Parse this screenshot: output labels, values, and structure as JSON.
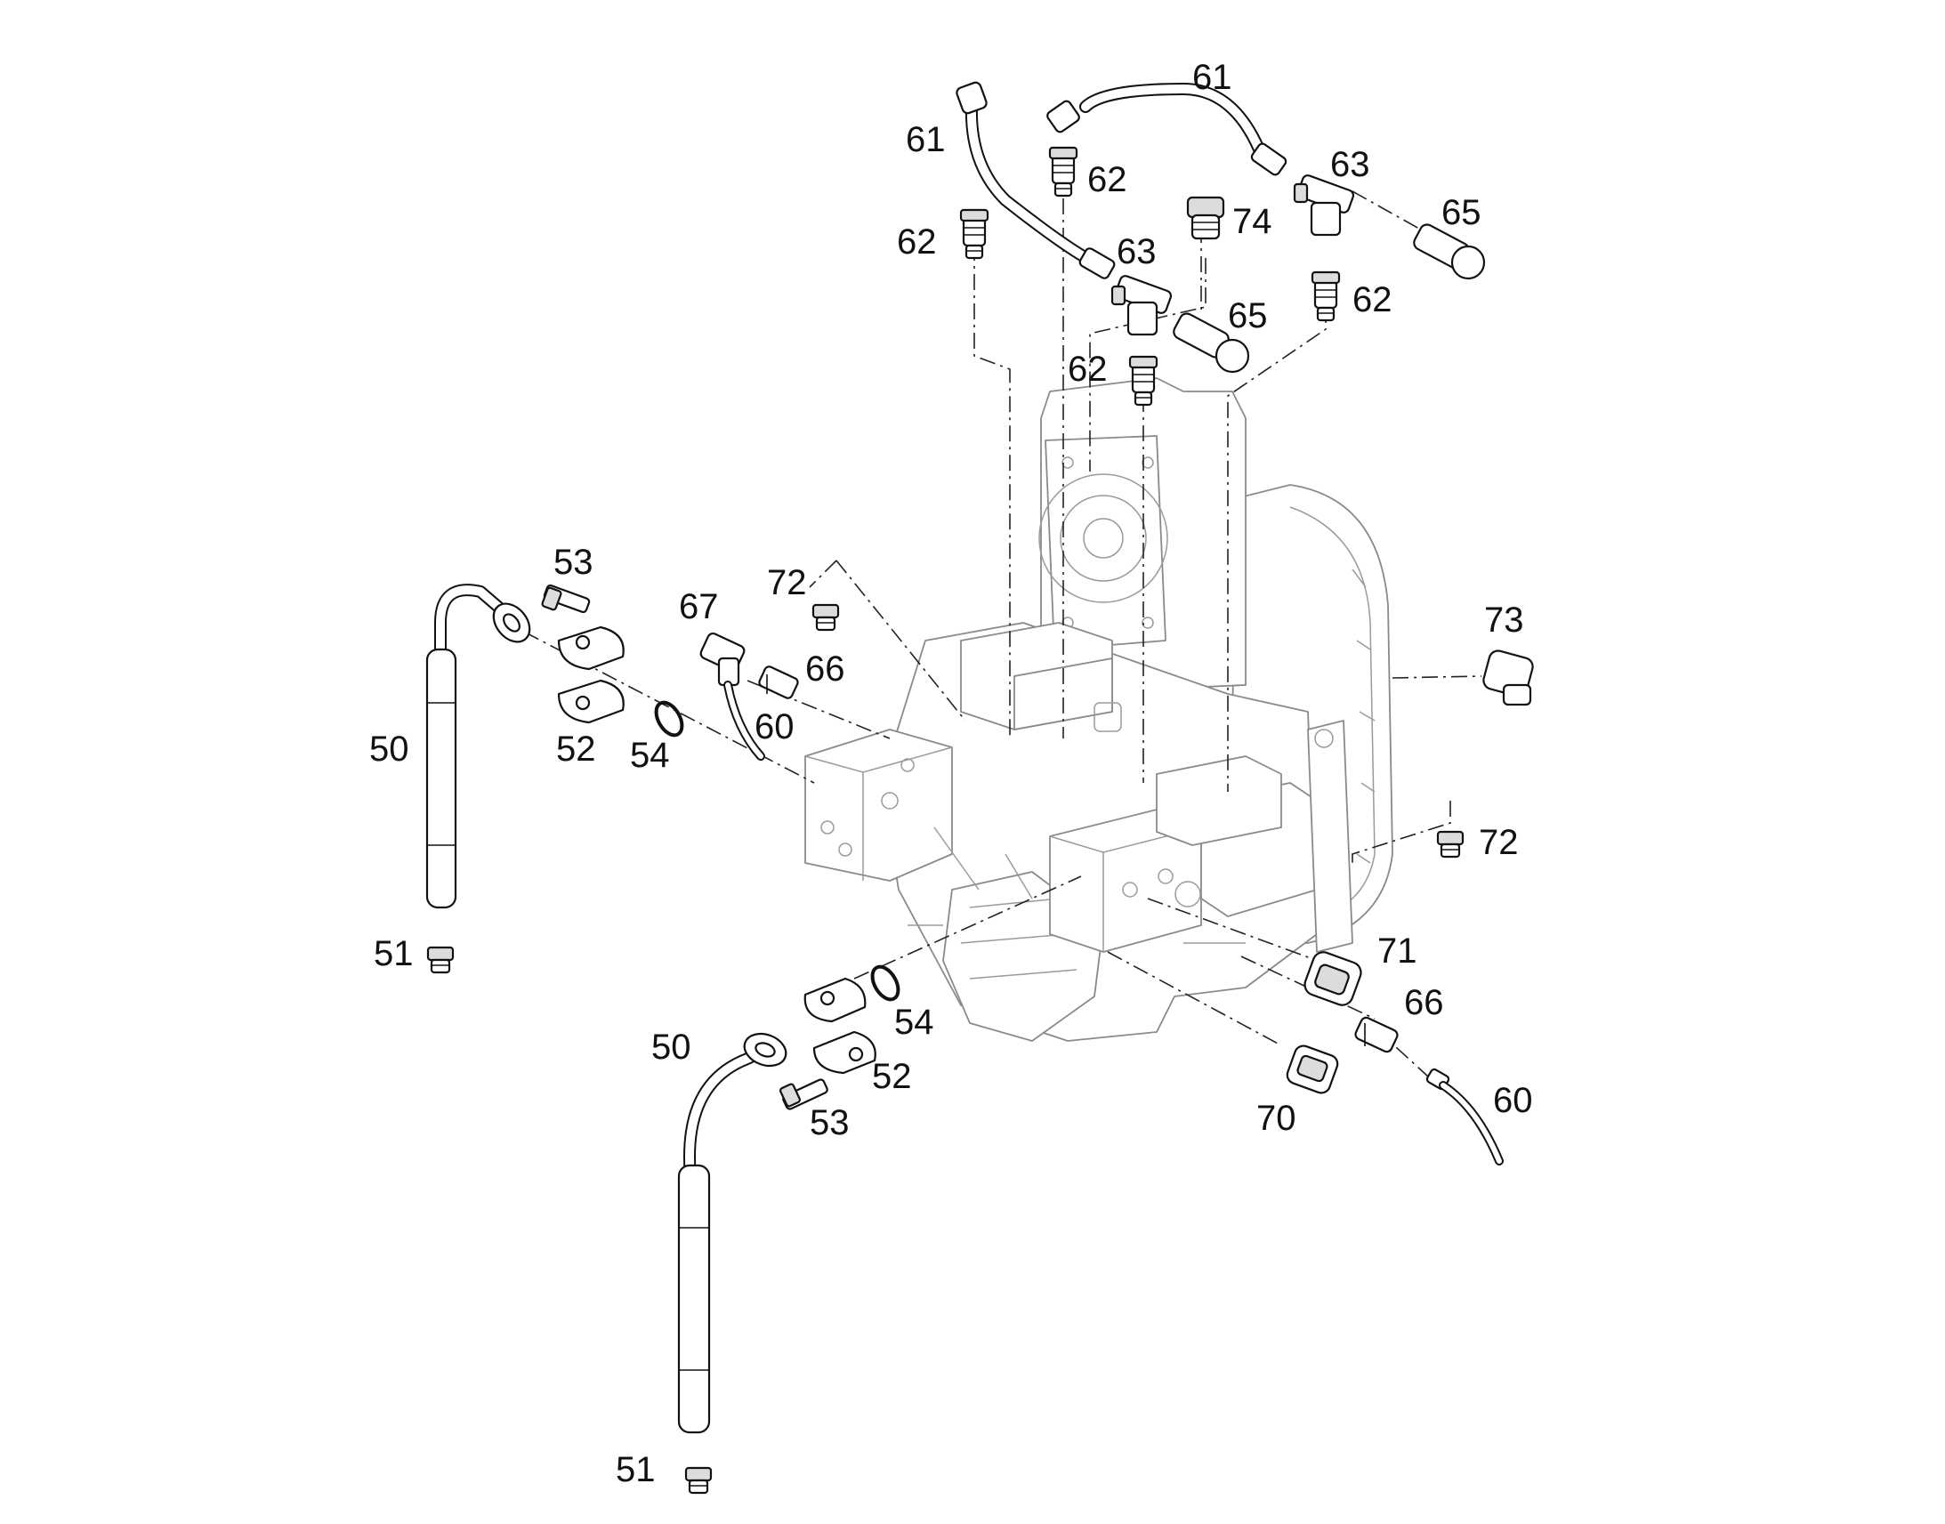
{
  "diagram": {
    "callouts": [
      {
        "id": "c61a",
        "text": "61"
      },
      {
        "id": "c61b",
        "text": "61"
      },
      {
        "id": "c62a",
        "text": "62"
      },
      {
        "id": "c62b",
        "text": "62"
      },
      {
        "id": "c62c",
        "text": "62"
      },
      {
        "id": "c62d",
        "text": "62"
      },
      {
        "id": "c63a",
        "text": "63"
      },
      {
        "id": "c63b",
        "text": "63"
      },
      {
        "id": "c65a",
        "text": "65"
      },
      {
        "id": "c65b",
        "text": "65"
      },
      {
        "id": "c74",
        "text": "74"
      },
      {
        "id": "c53a",
        "text": "53"
      },
      {
        "id": "c53b",
        "text": "53"
      },
      {
        "id": "c50a",
        "text": "50"
      },
      {
        "id": "c50b",
        "text": "50"
      },
      {
        "id": "c51a",
        "text": "51"
      },
      {
        "id": "c51b",
        "text": "51"
      },
      {
        "id": "c52a",
        "text": "52"
      },
      {
        "id": "c52b",
        "text": "52"
      },
      {
        "id": "c54a",
        "text": "54"
      },
      {
        "id": "c54b",
        "text": "54"
      },
      {
        "id": "c67",
        "text": "67"
      },
      {
        "id": "c72a",
        "text": "72"
      },
      {
        "id": "c72b",
        "text": "72"
      },
      {
        "id": "c66a",
        "text": "66"
      },
      {
        "id": "c66b",
        "text": "66"
      },
      {
        "id": "c60a",
        "text": "60"
      },
      {
        "id": "c60b",
        "text": "60"
      },
      {
        "id": "c73",
        "text": "73"
      },
      {
        "id": "c71",
        "text": "71"
      },
      {
        "id": "c70",
        "text": "70"
      }
    ]
  }
}
